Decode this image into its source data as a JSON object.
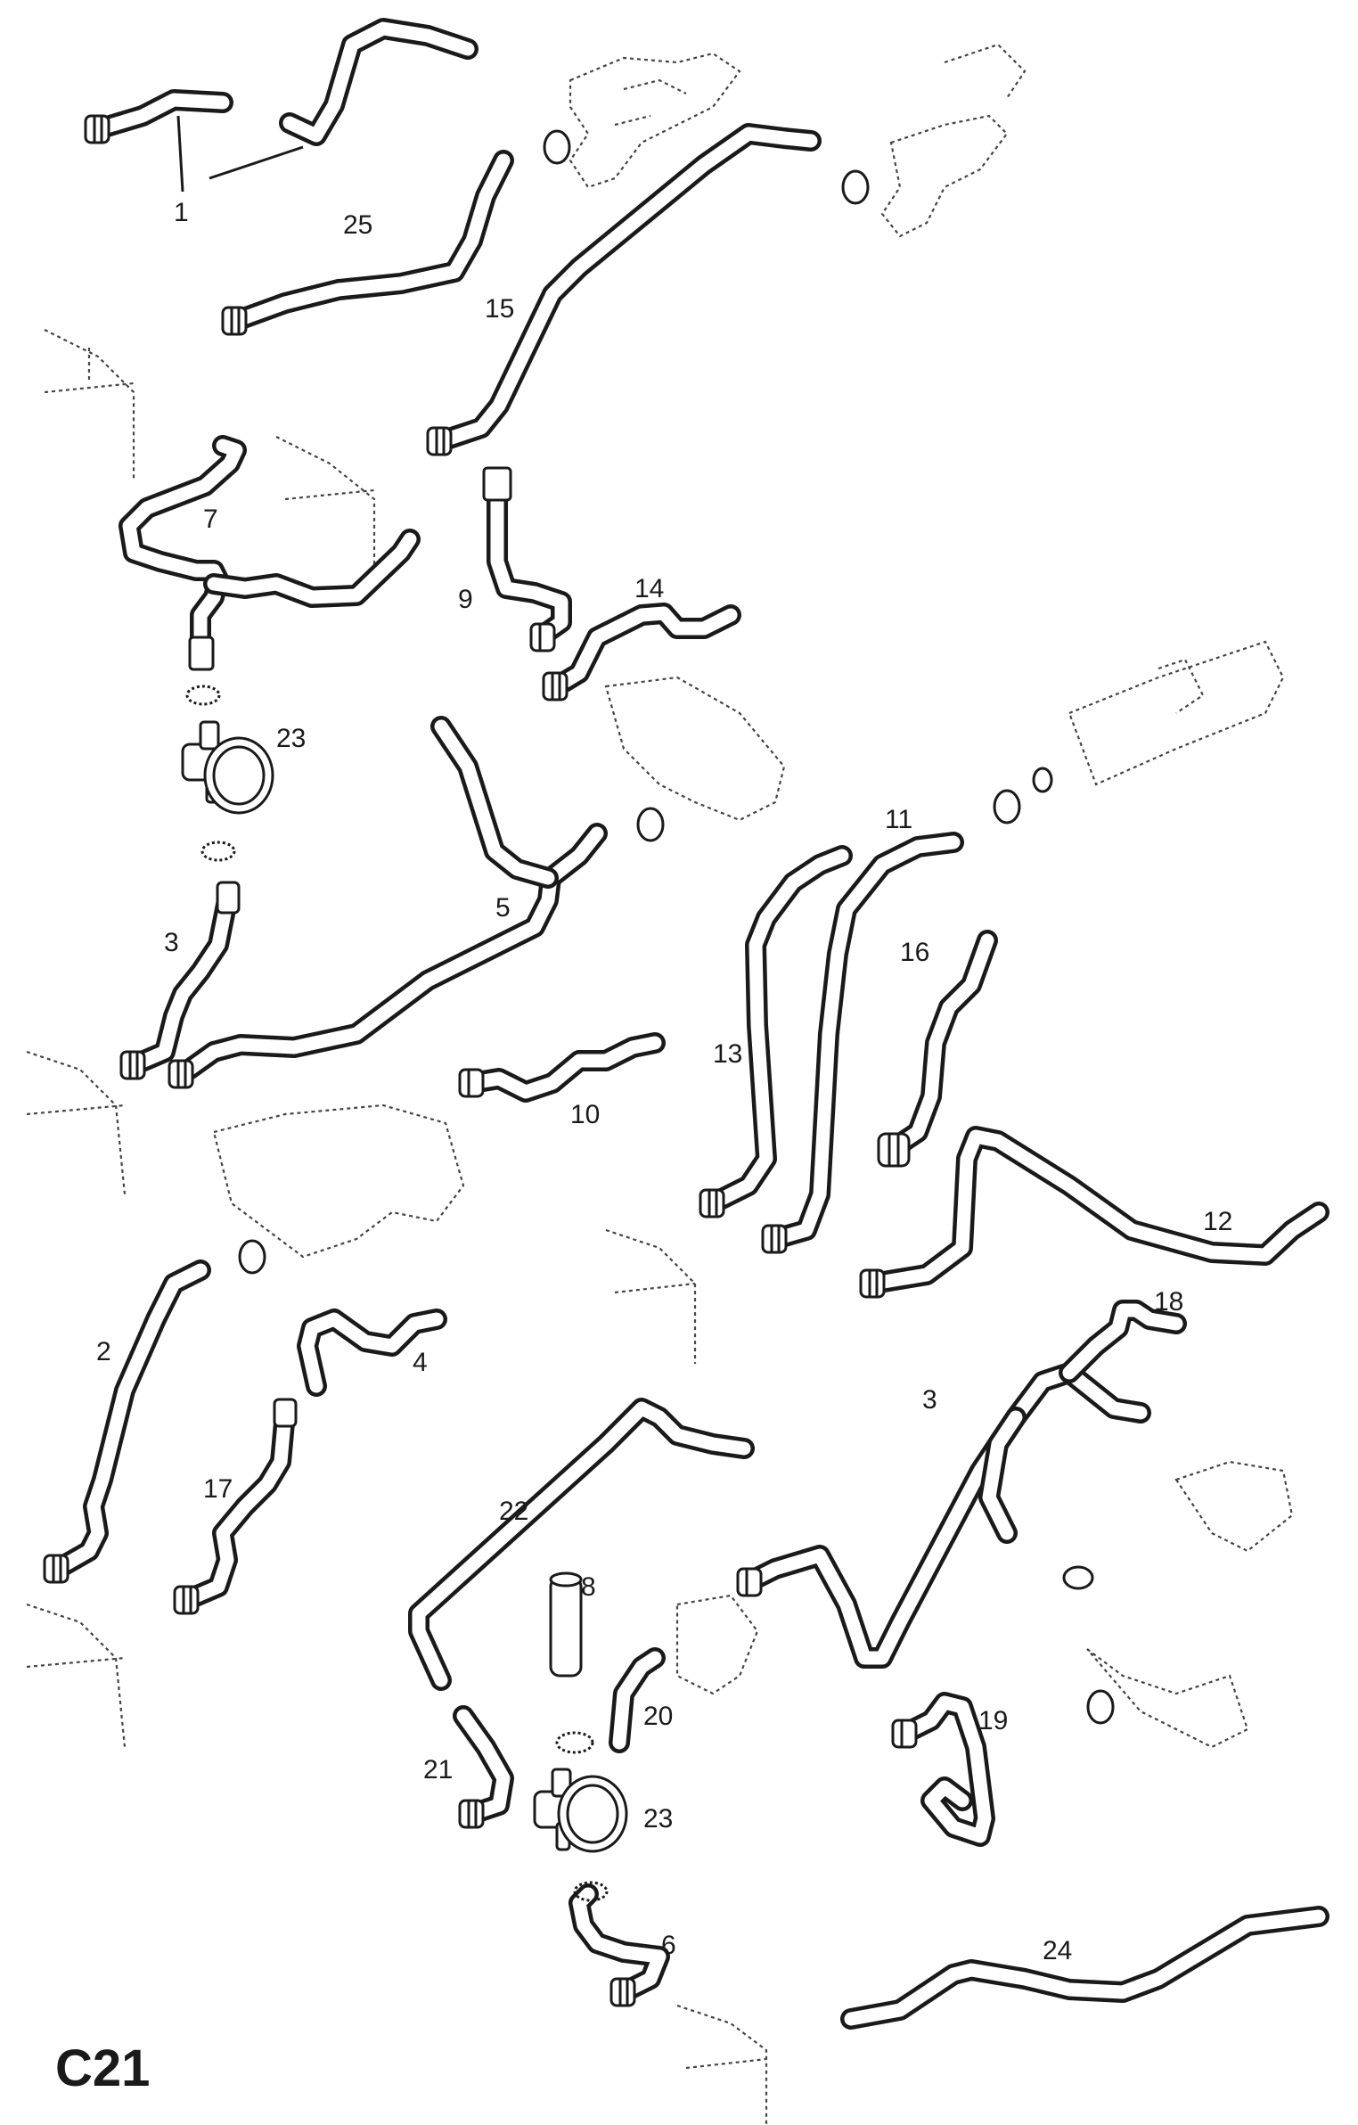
{
  "diagram": {
    "plate_code": "C21",
    "callouts": [
      "1",
      "25",
      "15",
      "7",
      "9",
      "14",
      "23",
      "3",
      "5",
      "11",
      "16",
      "10",
      "13",
      "12",
      "2",
      "4",
      "18",
      "17",
      "3",
      "22",
      "8",
      "20",
      "19",
      "21",
      "23",
      "6",
      "24"
    ]
  }
}
